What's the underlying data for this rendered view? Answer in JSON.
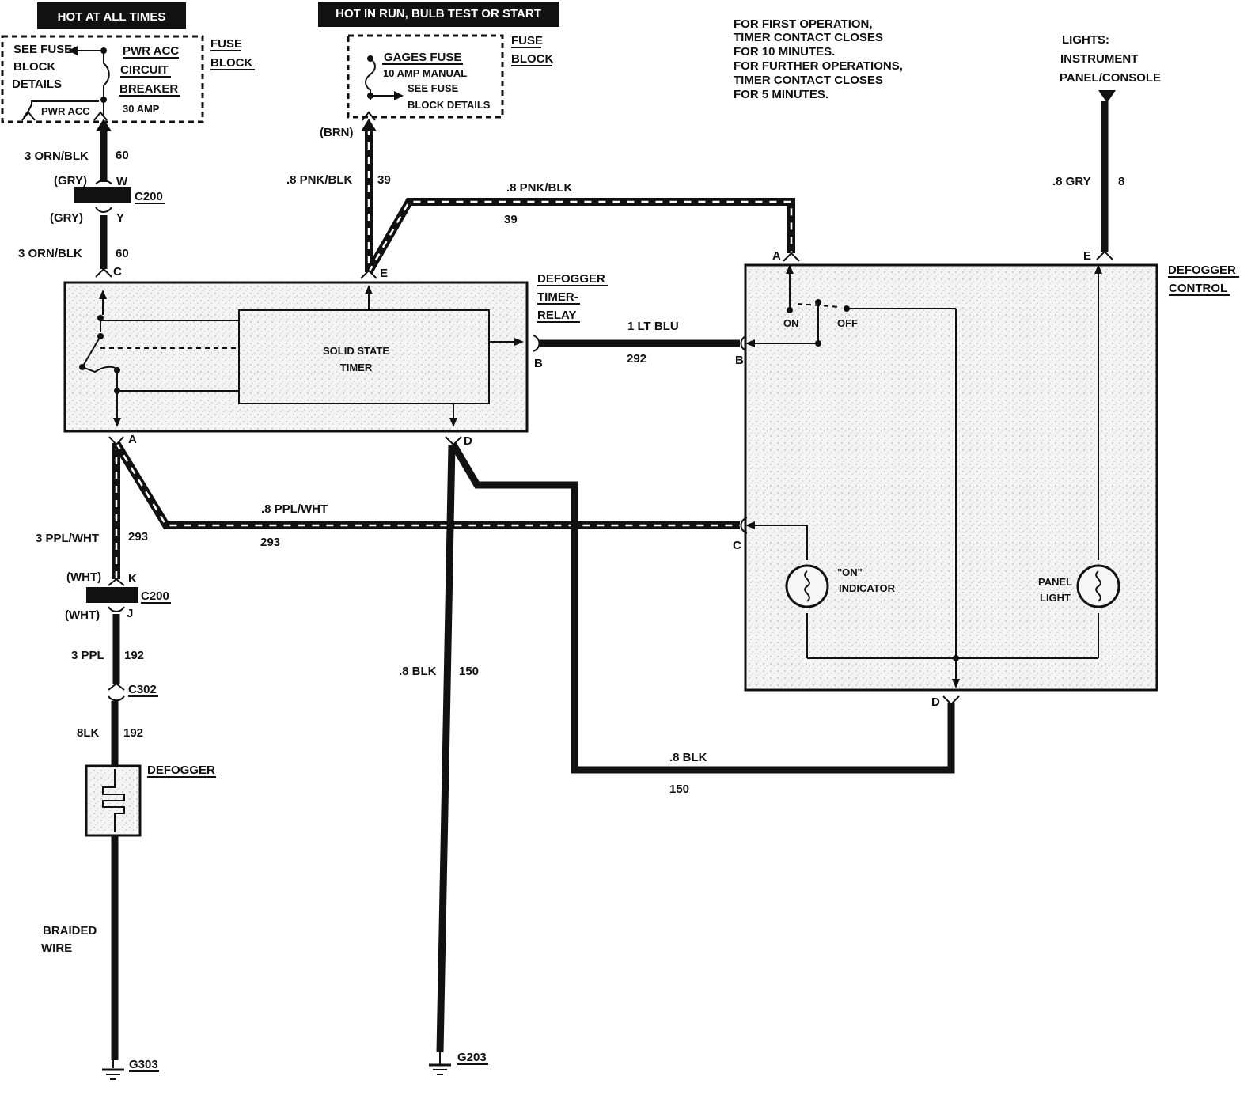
{
  "banners": {
    "hot_all_times": "HOT AT ALL TIMES",
    "hot_run": "HOT IN RUN, BULB TEST OR START"
  },
  "fuse_block_left": {
    "title_line1": "FUSE",
    "title_line2": "BLOCK",
    "see_fuse_line1": "SEE FUSE",
    "see_fuse_line2": "BLOCK",
    "see_fuse_line3": "DETAILS",
    "breaker_line1": "PWR ACC",
    "breaker_line2": "CIRCUIT",
    "breaker_line3": "BREAKER",
    "breaker_rating": "30 AMP",
    "pwr_acc": "PWR ACC"
  },
  "fuse_block_center": {
    "title_line1": "FUSE",
    "title_line2": "BLOCK",
    "fuse_name": "GAGES FUSE",
    "fuse_rating": "10 AMP MANUAL",
    "see_fuse_line1": "SEE FUSE",
    "see_fuse_line2": "BLOCK DETAILS"
  },
  "note": {
    "line1": "FOR FIRST OPERATION,",
    "line2": "TIMER CONTACT CLOSES",
    "line3": "FOR 10 MINUTES.",
    "line4": "FOR FURTHER OPERATIONS,",
    "line5": "TIMER CONTACT CLOSES",
    "line6": "FOR 5 MINUTES."
  },
  "lights": {
    "line1": "LIGHTS:",
    "line2": "INSTRUMENT",
    "line3": "PANEL/CONSOLE"
  },
  "wires": {
    "orn_blk_top": "3 ORN/BLK",
    "orn_blk_top_num": "60",
    "gry_w": "(GRY)",
    "pin_w": "W",
    "gry_y": "(GRY)",
    "pin_y": "Y",
    "orn_blk_bot": "3 ORN/BLK",
    "orn_blk_bot_num": "60",
    "pin_c_timer": "C",
    "brn": "(BRN)",
    "pnk_blk_vert": ".8 PNK/BLK",
    "pnk_blk_vert_num": "39",
    "pnk_blk_horiz": ".8 PNK/BLK",
    "pnk_blk_horiz_num": "39",
    "pin_e_timer": "E",
    "gry_8": ".8 GRY",
    "gry_8_num": "8",
    "pin_a_ctrl": "A",
    "pin_e_ctrl": "E",
    "lt_blu": "1 LT BLU",
    "lt_blu_num": "292",
    "pin_b_timer": "B",
    "pin_b_ctrl": "B",
    "pin_a_timer": "A",
    "pin_d_timer": "D",
    "ppl_wht_horiz": ".8 PPL/WHT",
    "ppl_wht_horiz_num": "293",
    "pin_c_ctrl": "C",
    "ppl_wht_vert": "3 PPL/WHT",
    "ppl_wht_vert_num": "293",
    "wht_k": "(WHT)",
    "pin_k": "K",
    "wht_j": "(WHT)",
    "pin_j": "J",
    "ppl_3": "3 PPL",
    "ppl_3_num": "192",
    "blk_8_left": "8LK",
    "blk_8_left_num": "192",
    "blk_vert": ".8 BLK",
    "blk_vert_num": "150",
    "blk_horiz": ".8 BLK",
    "blk_horiz_num": "150",
    "pin_d_ctrl": "D",
    "braided_line1": "BRAIDED",
    "braided_line2": "WIRE"
  },
  "connectors": {
    "c200_top": "C200",
    "c200_bot": "C200",
    "c302": "C302"
  },
  "components": {
    "timer_relay_line1": "DEFOGGER",
    "timer_relay_line2": "TIMER-",
    "timer_relay_line3": "RELAY",
    "solid_state_line1": "SOLID STATE",
    "solid_state_line2": "TIMER",
    "control_line1": "DEFOGGER",
    "control_line2": "CONTROL",
    "switch_on": "ON",
    "switch_off": "OFF",
    "on_indicator_line1": "\"ON\"",
    "on_indicator_line2": "INDICATOR",
    "panel_light_line1": "PANEL",
    "panel_light_line2": "LIGHT",
    "defogger": "DEFOGGER"
  },
  "grounds": {
    "g303": "G303",
    "g203": "G203"
  }
}
